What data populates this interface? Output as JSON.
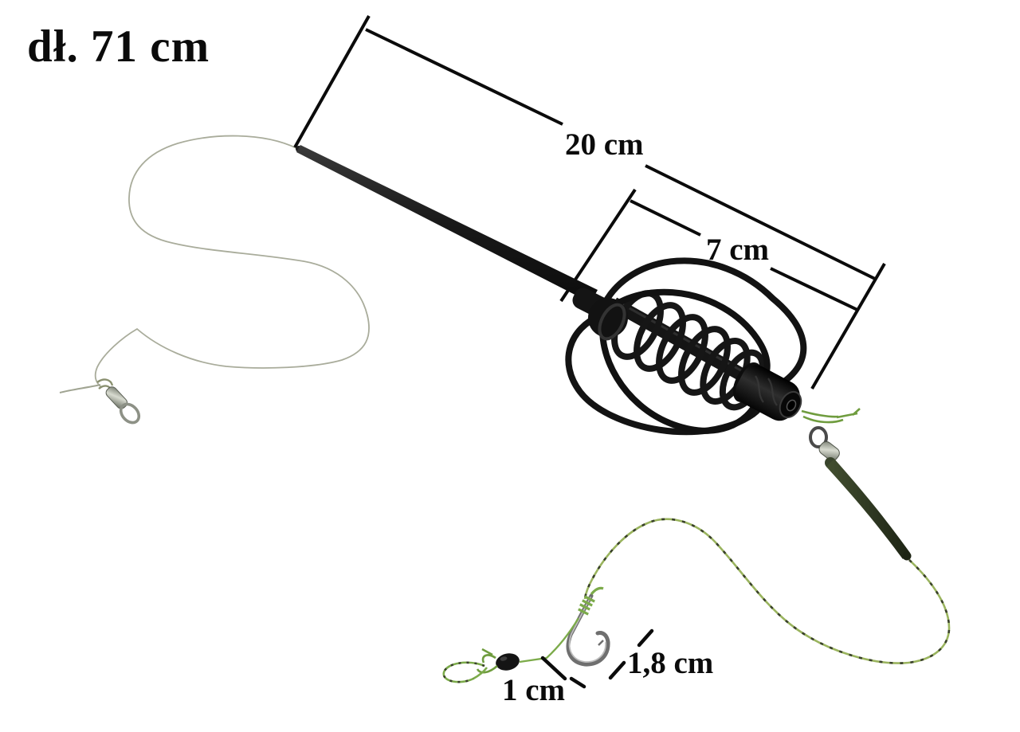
{
  "labels": {
    "total_length": "dł. 71 cm",
    "boom_length": "20 cm",
    "feeder_length": "7 cm",
    "hook_length": "1,8 cm",
    "hair_length": "1 cm"
  },
  "colors": {
    "background": "#ffffff",
    "annotation": "#0b0b0b",
    "main_line": "#a9ac9b",
    "braid_green": "#9ab45e",
    "braid_fleck": "#39402a",
    "knot_green": "#7cab4a",
    "sleeve_olive": "#323c24",
    "feeder_black": "#161616",
    "metal_gray": "#9aa08f",
    "bead_black": "#141414"
  }
}
